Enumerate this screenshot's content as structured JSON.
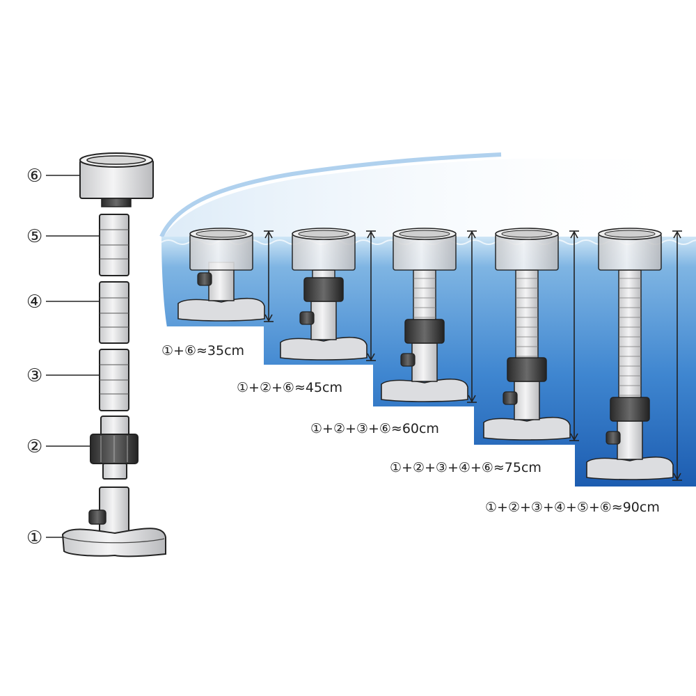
{
  "colors": {
    "water_top": "#8fc1e6",
    "water_mid": "#4f93d6",
    "water_deep": "#1e5fb3",
    "part_fill": "#e6e7e9",
    "part_dark": "#3a3a3a",
    "outline": "#222222"
  },
  "parts": [
    {
      "marker": "⑥",
      "name": "top cap"
    },
    {
      "marker": "⑤",
      "name": "extension tube"
    },
    {
      "marker": "④",
      "name": "extension tube"
    },
    {
      "marker": "③",
      "name": "extension tube"
    },
    {
      "marker": "②",
      "name": "connector"
    },
    {
      "marker": "①",
      "name": "base"
    }
  ],
  "configs": [
    {
      "label": "①+⑥≈35cm"
    },
    {
      "label": "①+②+⑥≈45cm"
    },
    {
      "label": "①+②+③+⑥≈60cm"
    },
    {
      "label": "①+②+③+④+⑥≈75cm"
    },
    {
      "label": "①+②+③+④+⑤+⑥≈90cm"
    }
  ]
}
